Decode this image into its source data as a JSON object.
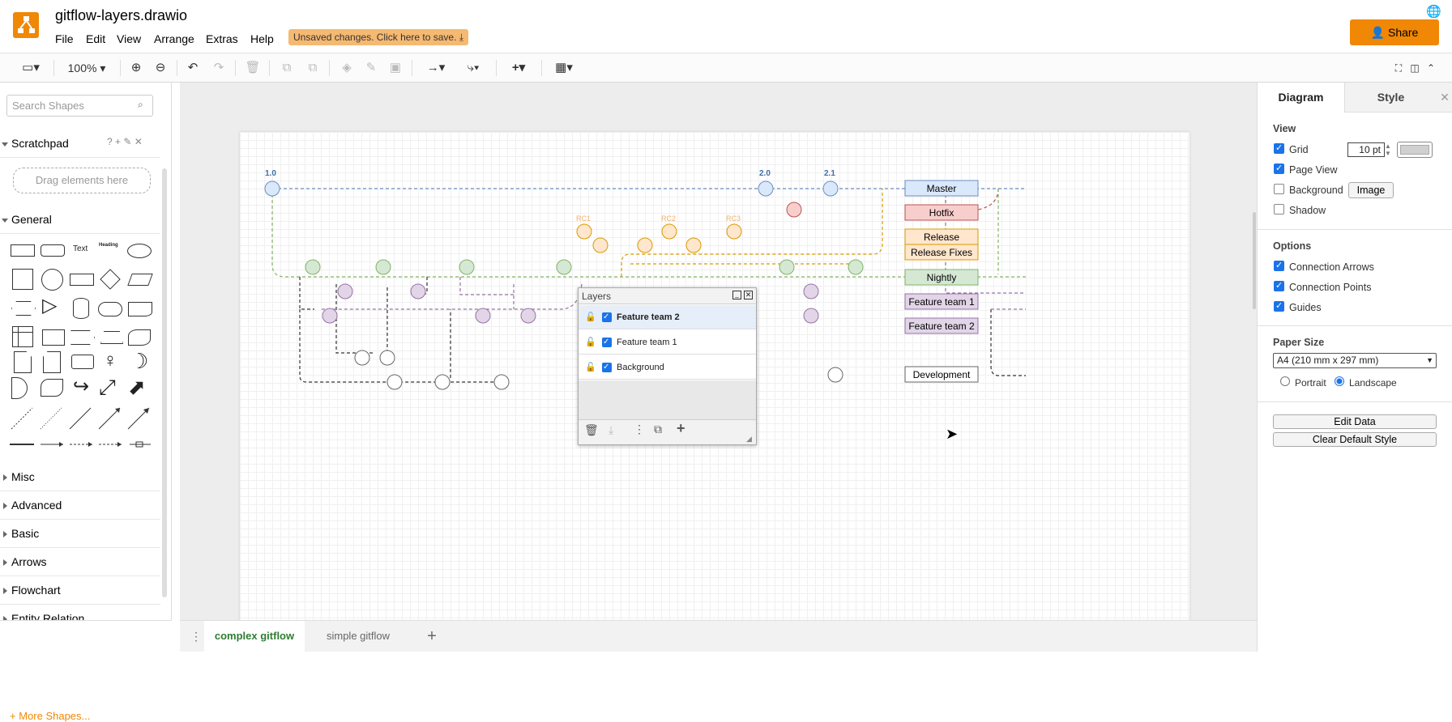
{
  "app": {
    "title": "gitflow-layers.drawio",
    "unsaved": "Unsaved changes. Click here to save.",
    "share": "Share"
  },
  "menu": [
    "File",
    "Edit",
    "View",
    "Arrange",
    "Extras",
    "Help"
  ],
  "toolbar": {
    "zoom": "100%"
  },
  "sidebar": {
    "search_placeholder": "Search Shapes",
    "scratchpad": "Scratchpad",
    "drag_here": "Drag elements here",
    "general": "General",
    "shape_text": "Text",
    "shape_heading": "Heading",
    "sections": [
      "Misc",
      "Advanced",
      "Basic",
      "Arrows",
      "Flowchart",
      "Entity Relation"
    ],
    "more_shapes": "More Shapes..."
  },
  "diagram": {
    "versions": [
      "1.0",
      "2.0",
      "2.1"
    ],
    "rc": [
      "RC1",
      "RC2",
      "RC3"
    ],
    "branches": [
      "Master",
      "Hotfix",
      "Release",
      "Release Fixes",
      "Nightly",
      "Feature team 1",
      "Feature team 2",
      "Development"
    ]
  },
  "layers": {
    "title": "Layers",
    "items": [
      "Feature team 2",
      "Feature team 1",
      "Background"
    ]
  },
  "pages": {
    "tabs": [
      "complex gitflow",
      "simple gitflow"
    ]
  },
  "format": {
    "tabs": [
      "Diagram",
      "Style"
    ],
    "view": {
      "heading": "View",
      "grid": "Grid",
      "grid_size": "10 pt",
      "page_view": "Page View",
      "background": "Background",
      "image_btn": "Image",
      "shadow": "Shadow"
    },
    "options": {
      "heading": "Options",
      "arrows": "Connection Arrows",
      "points": "Connection Points",
      "guides": "Guides"
    },
    "paper": {
      "heading": "Paper Size",
      "size": "A4 (210 mm x 297 mm)",
      "portrait": "Portrait",
      "landscape": "Landscape"
    },
    "edit_data": "Edit Data",
    "clear_style": "Clear Default Style"
  },
  "colors": {
    "accent": "#f08705",
    "master": "#dae8fc",
    "hotfix": "#f8cecc",
    "release": "#ffe6cc",
    "nightly": "#d5e8d4",
    "feature": "#e1d5e7"
  }
}
